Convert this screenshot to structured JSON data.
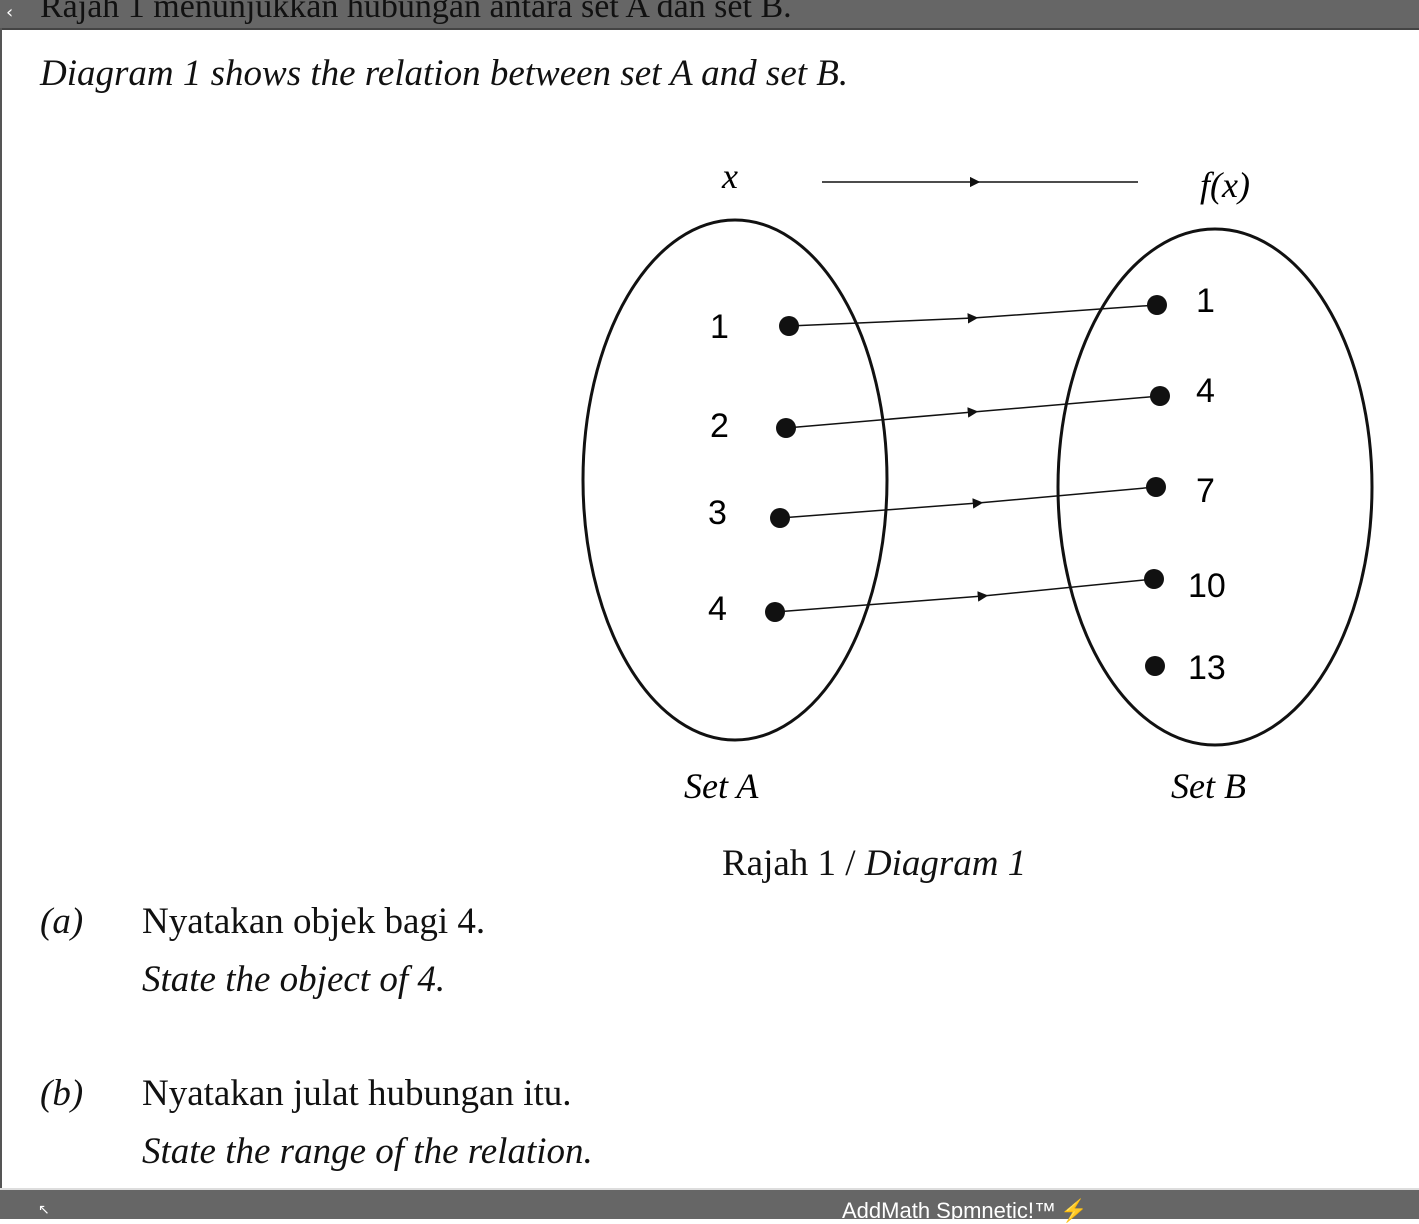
{
  "header": {
    "cut_title": "Rajah 1 menunjukkan hubungan antara set A dan set B."
  },
  "intro": "Diagram 1 shows the relation between set A and set B.",
  "diagram": {
    "domain_label": "x",
    "codomain_label": "f(x)",
    "set_a_label": "Set A",
    "set_b_label": "Set B",
    "set_a": [
      "1",
      "2",
      "3",
      "4"
    ],
    "set_b": [
      "1",
      "4",
      "7",
      "10",
      "13"
    ],
    "mappings": [
      [
        "1",
        "1"
      ],
      [
        "2",
        "4"
      ],
      [
        "3",
        "7"
      ],
      [
        "4",
        "10"
      ]
    ],
    "caption_ms": "Rajah 1 / ",
    "caption_en": "Diagram 1"
  },
  "questions": [
    {
      "label": "(a)",
      "ms": "Nyatakan objek bagi 4.",
      "en": "State the object of 4."
    },
    {
      "label": "(b)",
      "ms": "Nyatakan julat hubungan itu.",
      "en": "State the range of the relation."
    }
  ],
  "footer": {
    "brand": "AddMath Spmnetic!™",
    "bolt_icon": "lightning-icon"
  }
}
